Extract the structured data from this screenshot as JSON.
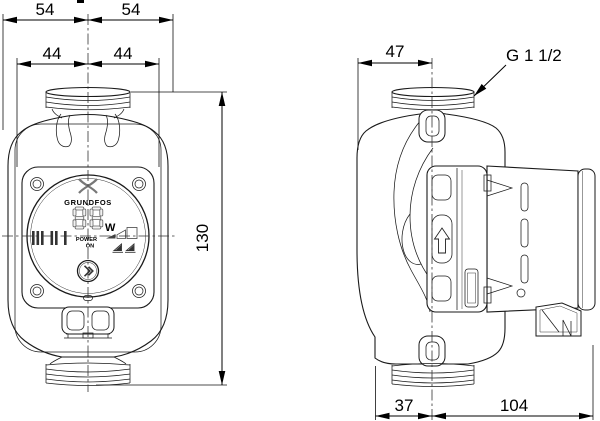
{
  "front_view": {
    "dim_width_left": "54",
    "dim_width_right": "54",
    "dim_port_left": "44",
    "dim_port_right": "44",
    "dim_height": "130",
    "display": {
      "brand": "GRUNDFOS",
      "power_value": "88",
      "power_unit": "W",
      "power_label": "POWER",
      "on_label": "ON"
    }
  },
  "side_view": {
    "dim_depth_top": "47",
    "thread_size": "G 1 1/2",
    "dim_bottom_left": "37",
    "dim_bottom_right": "104"
  },
  "icons": {
    "emblem": "grundfos-logo",
    "button": "chevron-right-button",
    "control_arrow": "up-arrow",
    "ramp": "power-ramp",
    "pump_symbols": "pump-icons",
    "bars": "signal-bars"
  },
  "colors": {
    "line": "#1a1a1a",
    "background": "#ffffff"
  }
}
